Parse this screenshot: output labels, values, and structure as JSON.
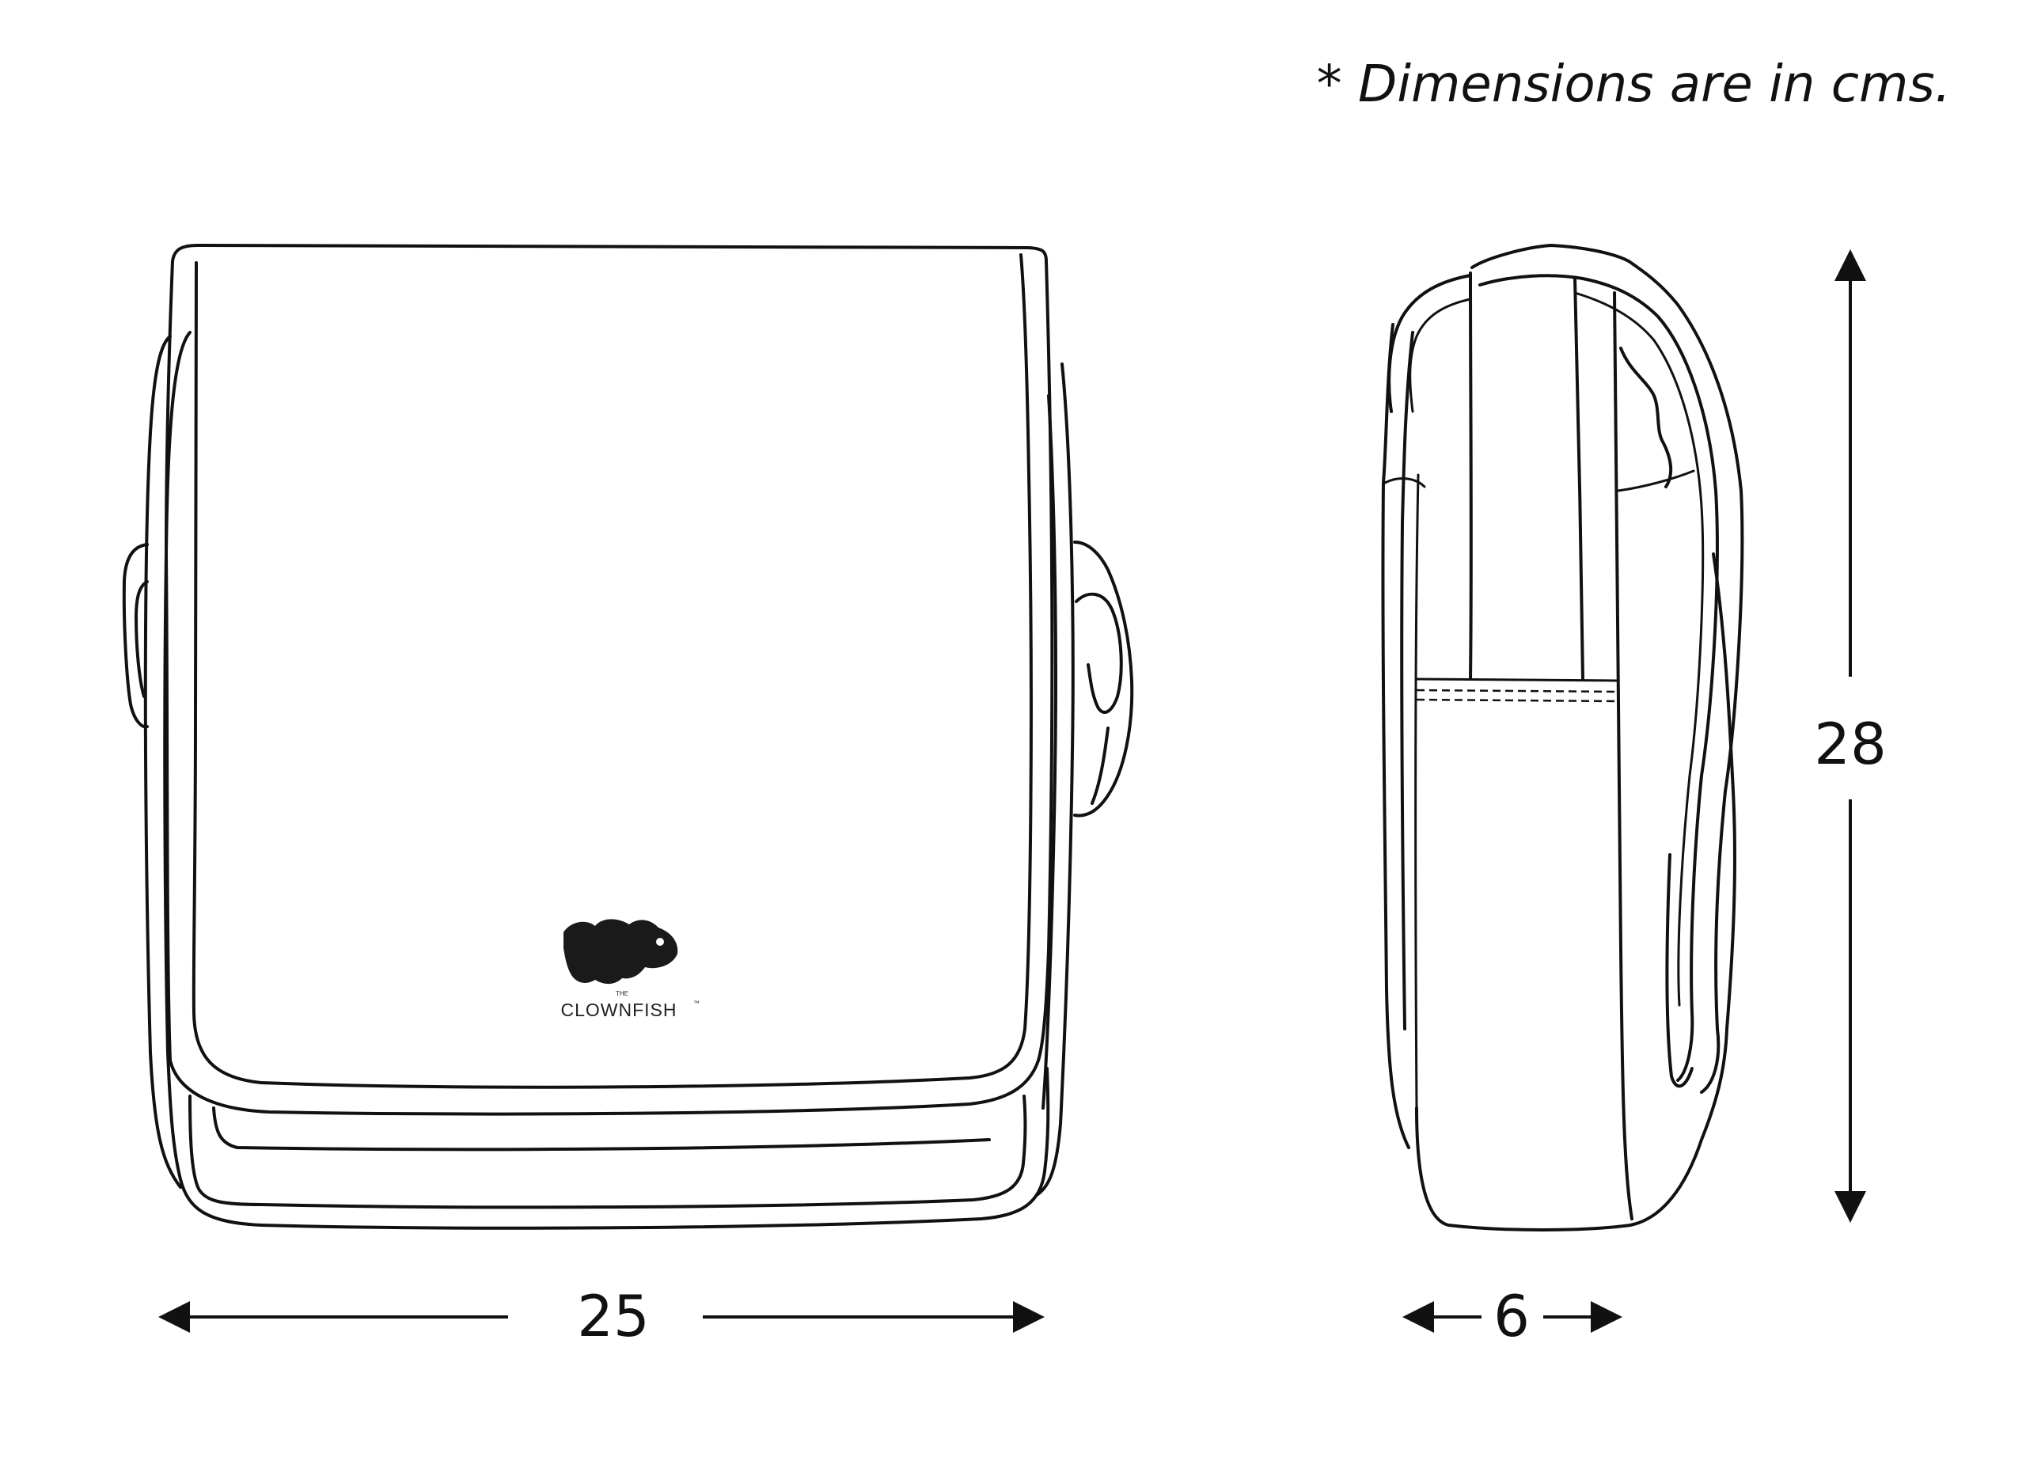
{
  "note": "* Dimensions are in cms.",
  "dimensions": {
    "width": "25",
    "depth": "6",
    "height": "28"
  },
  "logo": {
    "small_text": "THE",
    "brand": "CLOWNFISH",
    "trademark": "™"
  },
  "colors": {
    "line": "#111111",
    "background": "#ffffff"
  }
}
